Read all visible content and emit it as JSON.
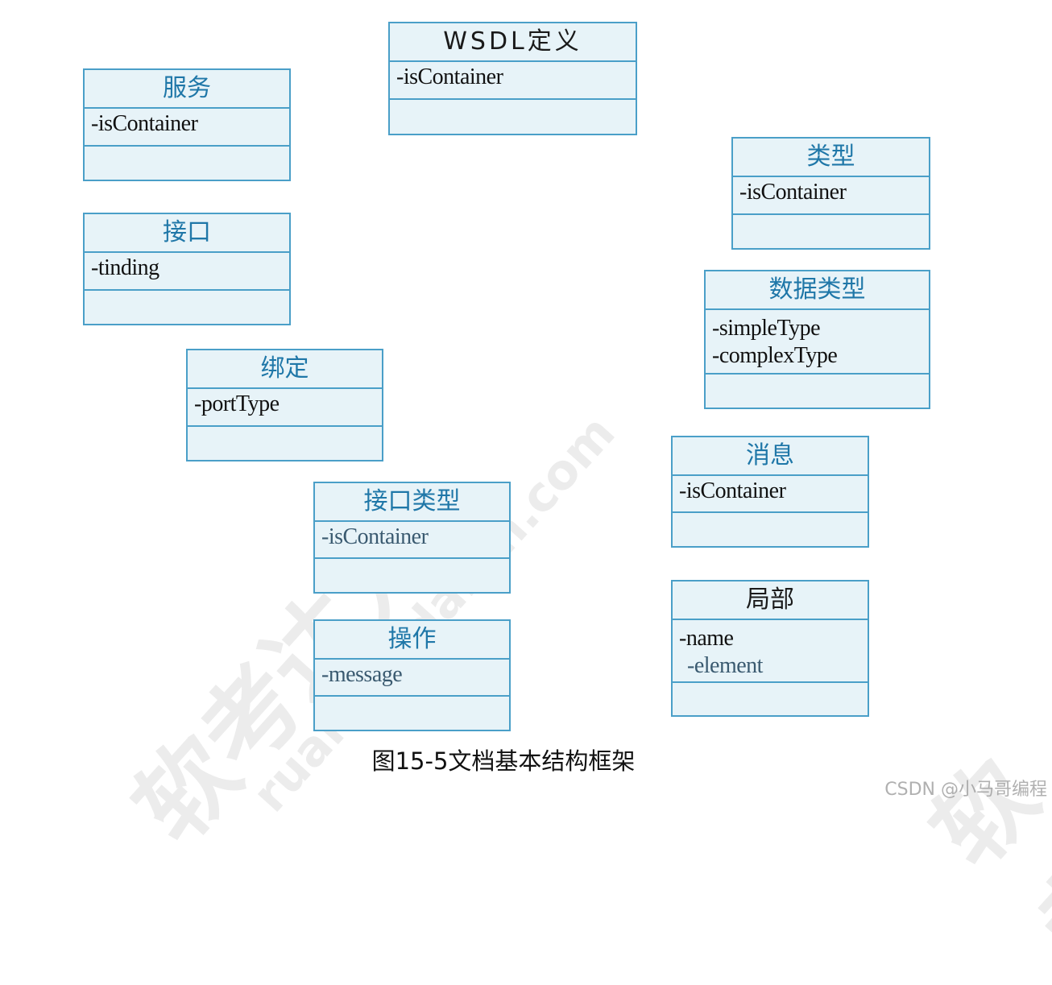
{
  "classes": [
    {
      "id": "wsdl",
      "title": "WSDL定义",
      "attributes": [
        "-isContainer"
      ]
    },
    {
      "id": "service",
      "title": "服务",
      "attributes": [
        "-isContainer"
      ]
    },
    {
      "id": "interface",
      "title": "接口",
      "attributes": [
        "-tinding"
      ]
    },
    {
      "id": "binding",
      "title": "绑定",
      "attributes": [
        "-portType"
      ]
    },
    {
      "id": "interface-type",
      "title": "接口类型",
      "attributes": [
        "-isContainer"
      ]
    },
    {
      "id": "operation",
      "title": "操作",
      "attributes": [
        "-message"
      ]
    },
    {
      "id": "type",
      "title": "类型",
      "attributes": [
        "-isContainer"
      ]
    },
    {
      "id": "data-type",
      "title": "数据类型",
      "attributes": [
        "-simpleType",
        "-complexType"
      ]
    },
    {
      "id": "message",
      "title": "消息",
      "attributes": [
        "-isContainer"
      ]
    },
    {
      "id": "part",
      "title": "局部",
      "attributes": [
        "-name",
        "-element"
      ]
    }
  ],
  "caption": "图15-5文档基本结构框架",
  "watermark": "CSDN @小马哥编程",
  "background_watermark": [
    "软考达人",
    "ruankaodaren.com",
    "软考"
  ],
  "colors": {
    "border": "#4a9fc8",
    "fill": "#e7f3f8",
    "title": "#1f77a8"
  }
}
